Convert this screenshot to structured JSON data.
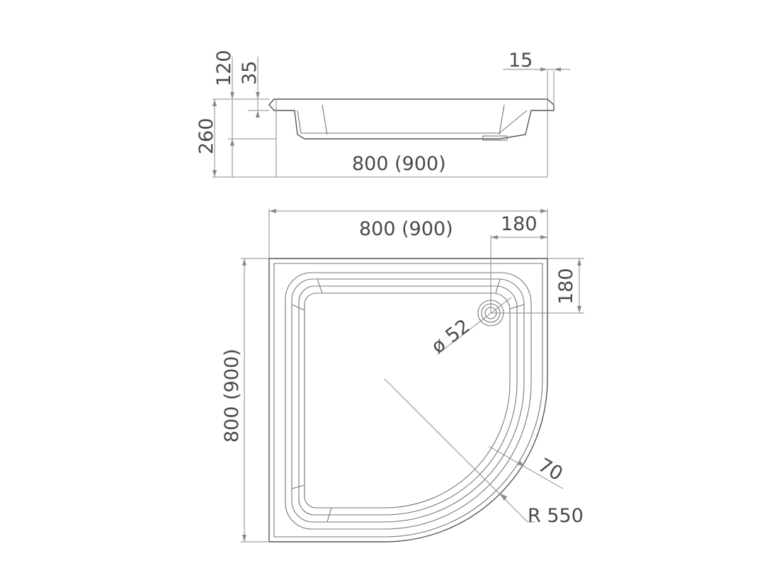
{
  "title": "",
  "side_view": {
    "height_total": "260",
    "height_rim": "120",
    "height_lip": "35",
    "rim_width": "15",
    "width": "800 (900)"
  },
  "top_view": {
    "width": "800 (900)",
    "depth": "800 (900)",
    "drain_offset_x": "180",
    "drain_offset_y": "180",
    "drain_diameter": "ø 52",
    "edge_width": "70",
    "radius": "R 550"
  }
}
